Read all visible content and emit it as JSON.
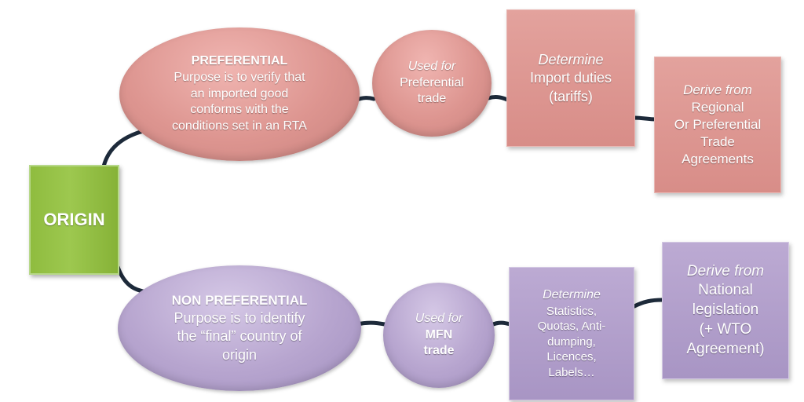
{
  "origin": {
    "label": "ORIGIN"
  },
  "preferential": {
    "title": "PREFERENTIAL",
    "purpose": [
      "Purpose is to verify that",
      "an imported good",
      "conforms with the",
      "conditions set in an RTA"
    ],
    "used_for": {
      "label": "Used for",
      "value": [
        "Preferential",
        "trade"
      ]
    },
    "determine": {
      "label": "Determine",
      "value": [
        "Import duties",
        "(tariffs)"
      ]
    },
    "derive": {
      "label": "Derive from",
      "value": [
        "Regional",
        "Or Preferential",
        "Trade",
        "Agreements"
      ]
    }
  },
  "non_preferential": {
    "title": "NON PREFERENTIAL",
    "purpose": [
      "Purpose is to identify",
      "the “final” country of",
      "origin"
    ],
    "used_for": {
      "label": "Used for",
      "value": [
        "MFN",
        "trade"
      ]
    },
    "determine": {
      "label": "Determine",
      "value": [
        "Statistics,",
        "Quotas, Anti-",
        "dumping,",
        "Licences,",
        "Labels…"
      ]
    },
    "derive": {
      "label": "Derive from",
      "value": [
        "National",
        "legislation",
        "(+ WTO",
        "Agreement)"
      ]
    }
  },
  "colors": {
    "origin_fill": "#9dc84f",
    "preferential_fill": "#dd9590",
    "non_preferential_fill": "#b7a5cf",
    "connector": "#1d2a3a"
  }
}
